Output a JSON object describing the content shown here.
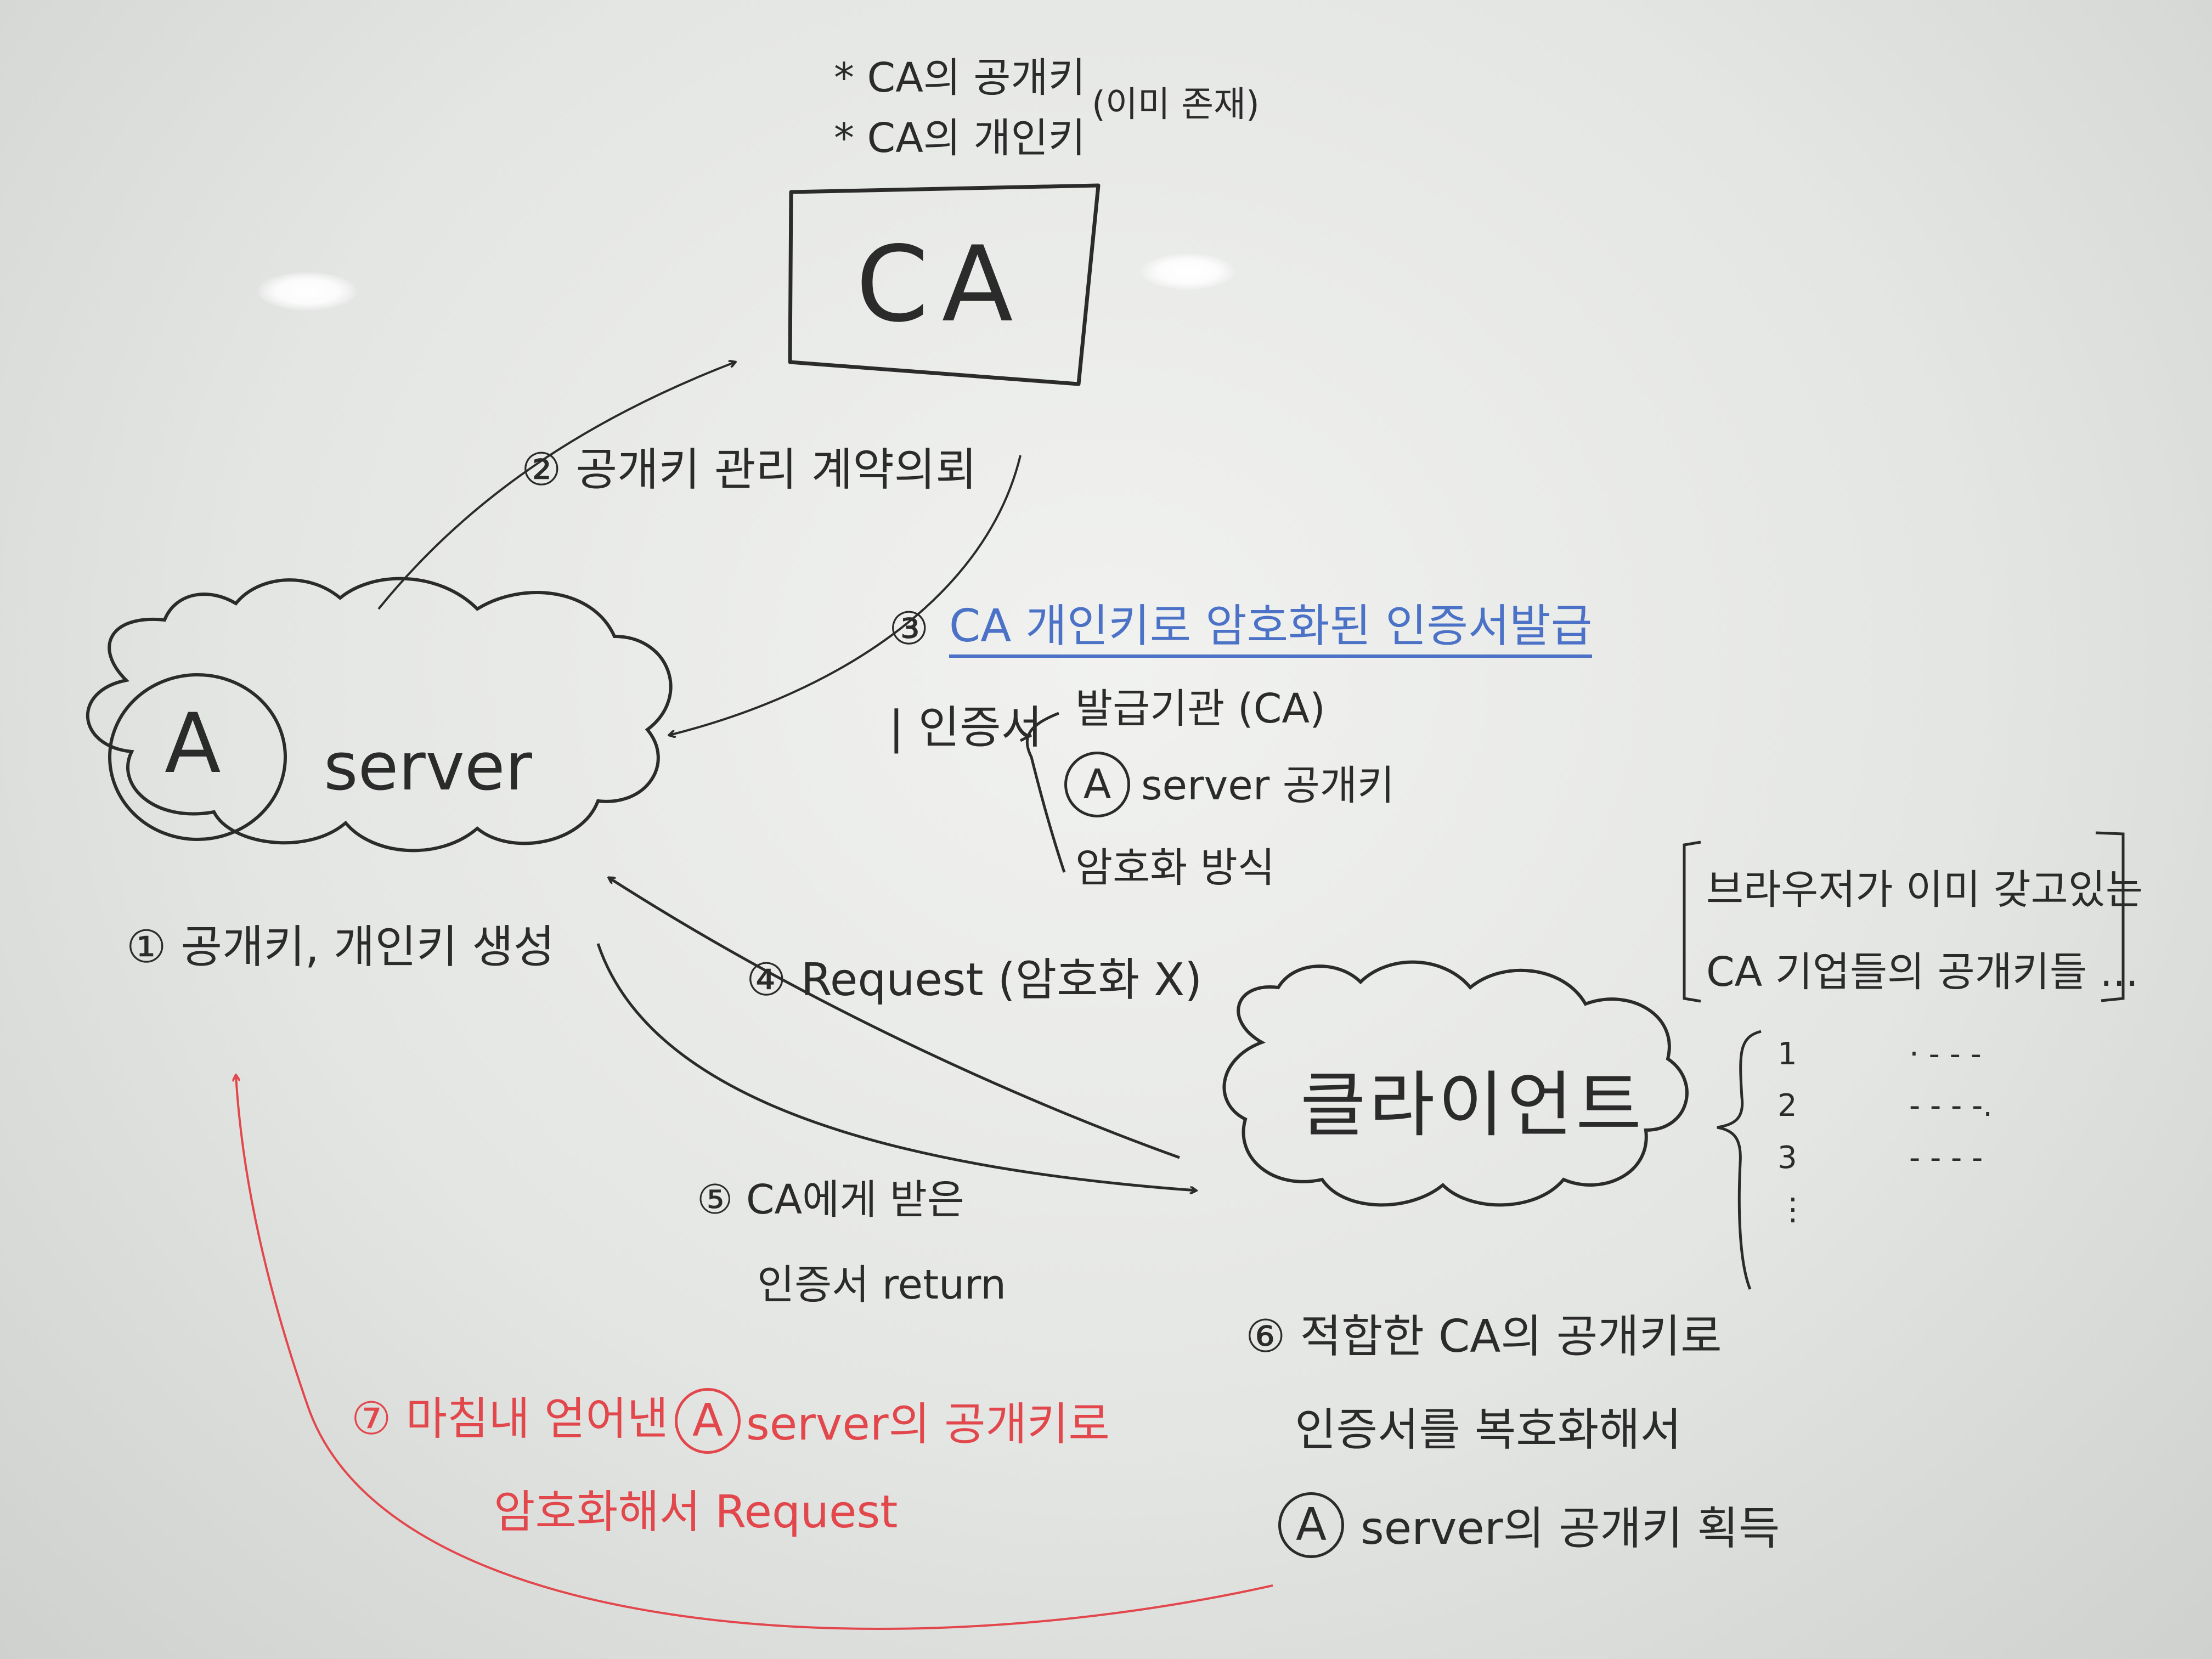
{
  "colors": {
    "ink": "#2b2b2b",
    "blue_marker": "#4b72c6",
    "red_marker": "#e2474c"
  },
  "ca": {
    "note_public": "* CA의 공개키",
    "note_private": "* CA의 개인키",
    "note_paren": "(이미 존재)",
    "label": "CA"
  },
  "server": {
    "circle_letter": "A",
    "label": "server"
  },
  "client": {
    "label": "클라이언트"
  },
  "steps": {
    "s1": "① 공개키, 개인키 생성",
    "s2": "② 공개키 관리 계약의뢰",
    "s3_num": "③",
    "s3_text": "CA 개인키로 암호화된 인증서발급",
    "s4": "④ Request (암호화 X)",
    "s5_line1": "⑤ CA에게 받은",
    "s5_line2": "인증서 return",
    "s6_line1": "⑥ 적합한 CA의 공개키로",
    "s6_line2": "인증서를 복호화해서",
    "s6_letter": "A",
    "s6_line3": "server의 공개키 획득",
    "s7_line1": "⑦ 마침내 얻어낸",
    "s7_letter": "A",
    "s7_line1b": "server의 공개키로",
    "s7_line2": "암호화해서 Request"
  },
  "certificate": {
    "label": "| 인증서",
    "issuer": "발급기관 (CA)",
    "server_letter": "A",
    "server_key": "server 공개키",
    "method": "암호화 방식"
  },
  "browser_note": {
    "line1": "브라우저가 이미 갖고있는",
    "line2": "CA 기업들의 공개키들 ..."
  },
  "key_list": [
    {
      "num": "1",
      "dots": "· - - -"
    },
    {
      "num": "2",
      "dots": "- - - -."
    },
    {
      "num": "3",
      "dots": "- - - -"
    },
    {
      "num": "⋮",
      "dots": ""
    }
  ]
}
